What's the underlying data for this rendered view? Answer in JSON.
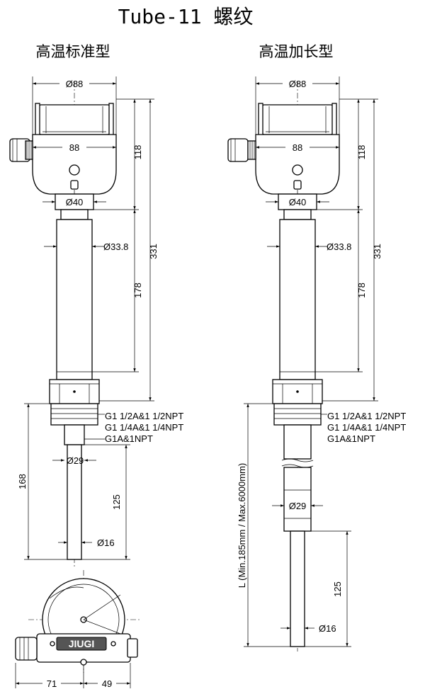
{
  "title": "Tube-11 螺纹",
  "views": {
    "standard": {
      "label": "高温标准型",
      "d_head": "Ø88",
      "w_head": "88",
      "h_head": "118",
      "d_neck": "Ø40",
      "d_tube": "Ø33.8",
      "l_tube": "178",
      "l_total": "331",
      "threads": [
        "G1 1/2A&1 1/2NPT",
        "G1 1/4A&1 1/4NPT",
        "G1A&1NPT"
      ],
      "d_probe": "Ø29",
      "l_probe": "125",
      "d_tip": "Ø16",
      "l_insert": "168"
    },
    "extended": {
      "label": "高温加长型",
      "d_head": "Ø88",
      "w_head": "88",
      "h_head": "118",
      "d_neck": "Ø40",
      "d_tube": "Ø33.8",
      "l_tube": "178",
      "l_total": "331",
      "threads": [
        "G1 1/2A&1 1/2NPT",
        "G1 1/4A&1 1/4NPT",
        "G1A&1NPT"
      ],
      "d_probe": "Ø29",
      "l_probe": "125",
      "d_tip": "Ø16",
      "l_insert": "L (Min.185mm / Max.6000mm)"
    }
  },
  "top_view": {
    "brand": "JIUGI",
    "dim_left": "71",
    "dim_right": "49"
  }
}
